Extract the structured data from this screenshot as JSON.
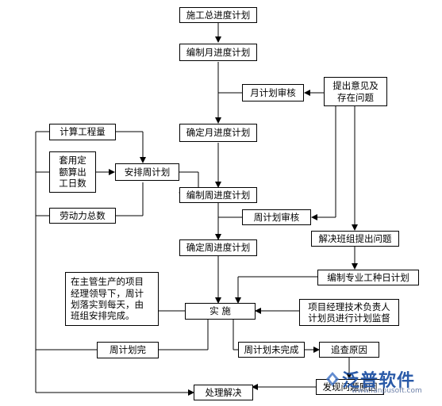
{
  "nodes": {
    "construction_schedule": "施工总进度计划",
    "compile_monthly": "编制月进度计划",
    "monthly_review": "月计划审核",
    "feedback": "提出意见及\n存在问题",
    "confirm_monthly": "确定月进度计划",
    "calc_quantity": "计算工程量",
    "apply_quota": "套用定\n额算出\n工日数",
    "arrange_weekly": "安排周计划",
    "compile_weekly": "编制周进度计划",
    "total_labor": "劳动力总数",
    "weekly_review": "周计划审核",
    "resolve_team_issues": "解决班组提出问题",
    "confirm_weekly": "确定周进度计划",
    "compile_daily": "编制专业工种日计划",
    "manager_note": "在主管生产的项目\n经理领导下，周计\n划落实到每天，由\n班组安排完成。",
    "implement": "实      施",
    "supervision": "项目经理技术负责人\n计划员进行计划监督",
    "weekly_done": "周计划完",
    "weekly_not_done": "周计划未完成",
    "investigate": "追查原因",
    "find_cause": "发现问题原因",
    "handle_resolve": "处理解决"
  },
  "watermark": {
    "brand": "泛普软件",
    "url": "www.fanpusoft.com"
  }
}
